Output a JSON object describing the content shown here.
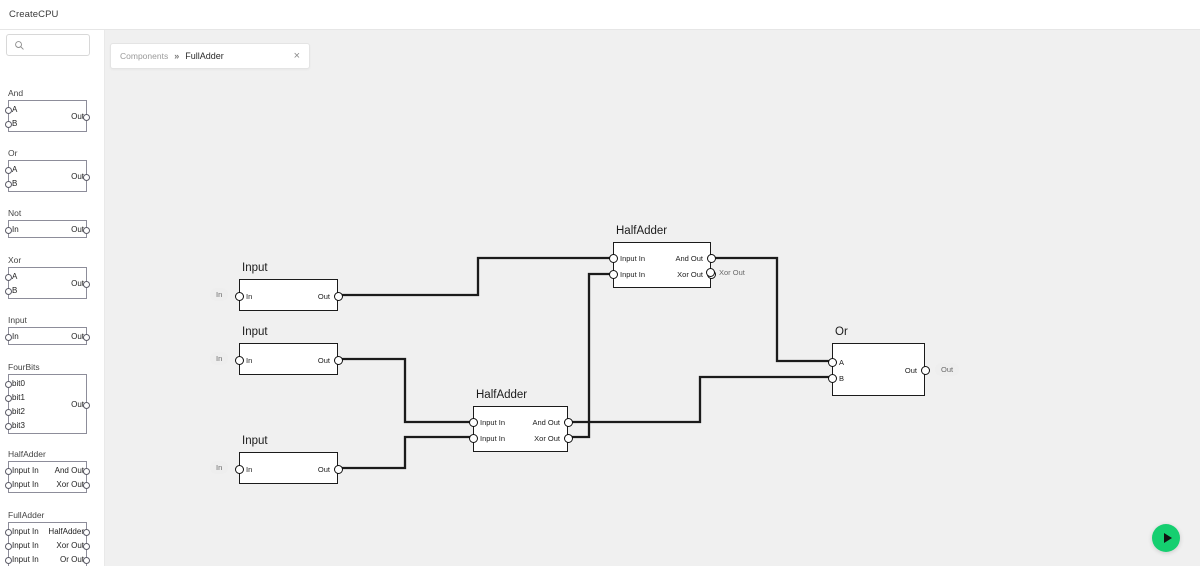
{
  "app": {
    "title": "CreateCPU"
  },
  "search": {
    "value": "",
    "placeholder": "",
    "icon": "search-icon"
  },
  "breadcrumb": {
    "root": "Components",
    "separator": "»",
    "current": "FullAdder",
    "close": "×"
  },
  "palette": {
    "items": [
      {
        "title": "And",
        "inputs": [
          "A",
          "B"
        ],
        "outputs": [
          "Out"
        ]
      },
      {
        "title": "Or",
        "inputs": [
          "A",
          "B"
        ],
        "outputs": [
          "Out"
        ]
      },
      {
        "title": "Not",
        "inputs": [
          "In"
        ],
        "outputs": [
          "Out"
        ]
      },
      {
        "title": "Xor",
        "inputs": [
          "A",
          "B"
        ],
        "outputs": [
          "Out"
        ]
      },
      {
        "title": "Input",
        "inputs": [
          "In"
        ],
        "outputs": [
          "Out"
        ]
      },
      {
        "title": "FourBits",
        "inputs": [
          "bit0",
          "bit1",
          "bit2",
          "bit3"
        ],
        "outputs": [
          "Out"
        ]
      },
      {
        "title": "HalfAdder",
        "inputs": [
          "Input In",
          "Input In"
        ],
        "outputs": [
          "And Out",
          "Xor Out"
        ]
      },
      {
        "title": "FullAdder",
        "inputs": [
          "Input In",
          "Input In",
          "Input In"
        ],
        "outputs": [
          "HalfAdder",
          "Xor Out",
          "Or Out"
        ]
      }
    ]
  },
  "canvas": {
    "nodes": [
      {
        "id": "input-1",
        "title": "Input",
        "inputs": [
          "In"
        ],
        "outputs": [
          "Out"
        ],
        "left_tag": "In"
      },
      {
        "id": "input-2",
        "title": "Input",
        "inputs": [
          "In"
        ],
        "outputs": [
          "Out"
        ],
        "left_tag": "In"
      },
      {
        "id": "input-3",
        "title": "Input",
        "inputs": [
          "In"
        ],
        "outputs": [
          "Out"
        ],
        "left_tag": "In"
      },
      {
        "id": "halfadder-top",
        "title": "HalfAdder",
        "inputs": [
          "Input In",
          "Input In"
        ],
        "outputs": [
          "And Out",
          "Xor Out"
        ],
        "right_tag": "Xor Out"
      },
      {
        "id": "halfadder-bottom",
        "title": "HalfAdder",
        "inputs": [
          "Input In",
          "Input In"
        ],
        "outputs": [
          "And Out",
          "Xor Out"
        ]
      },
      {
        "id": "or-node",
        "title": "Or",
        "inputs": [
          "A",
          "B"
        ],
        "outputs": [
          "Out"
        ],
        "right_tag": "Out"
      }
    ]
  },
  "run": {
    "label": "run",
    "icon": "play-icon",
    "color": "#15cf70"
  },
  "colors": {
    "canvas_bg": "#f0f0f0",
    "node_border": "#1b1b1b",
    "wire": "#1b1b1b",
    "accent": "#15cf70"
  }
}
